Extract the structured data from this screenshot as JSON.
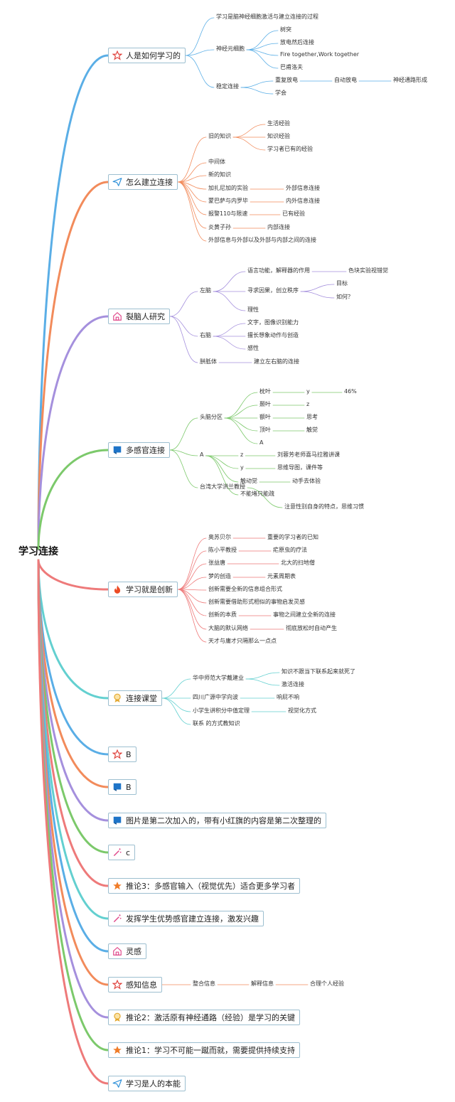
{
  "root": "学习连接",
  "colors": [
    "#5aaee6",
    "#f28b5b",
    "#a590dd",
    "#7cc96b",
    "#ee7a7a",
    "#63d0d0"
  ],
  "branches": [
    {
      "label": "人是如何学习的",
      "icon": "star-outline-icon",
      "color": "#5aaee6",
      "children": [
        {
          "label": "学习是脑神经细胞激活与建立连接的过程"
        },
        {
          "label": "神经元细胞",
          "children": [
            {
              "label": "树突"
            },
            {
              "label": "放电然后连接"
            },
            {
              "label": "Fire together,Work together"
            },
            {
              "label": "巴甫洛夫"
            }
          ]
        },
        {
          "label": "稳定连接",
          "children": [
            {
              "label": "重复放电",
              "children": [
                {
                  "label": "自动放电",
                  "children": [
                    {
                      "label": "神经通路形成"
                    }
                  ]
                }
              ]
            },
            {
              "label": "学会"
            }
          ]
        }
      ]
    },
    {
      "label": "怎么建立连接",
      "icon": "paper-plane-icon",
      "color": "#f28b5b",
      "children": [
        {
          "label": "旧的知识",
          "children": [
            {
              "label": "生活经验"
            },
            {
              "label": "知识经验"
            },
            {
              "label": "学习者已有的经验"
            }
          ]
        },
        {
          "label": "中间体"
        },
        {
          "label": "新的知识"
        },
        {
          "label": "加扎尼加的实验",
          "children": [
            {
              "label": "外部信息连接"
            }
          ]
        },
        {
          "label": "蒙巴萨与内罗毕",
          "children": [
            {
              "label": "内外信息连接"
            }
          ]
        },
        {
          "label": "报警110与限速",
          "children": [
            {
              "label": "已有经验"
            }
          ]
        },
        {
          "label": "炎黄子孙",
          "children": [
            {
              "label": "内部连接"
            }
          ]
        },
        {
          "label": "外部信息与外部以及外部与内部之间的连接"
        }
      ]
    },
    {
      "label": "裂脑人研究",
      "icon": "home-icon",
      "color": "#a590dd",
      "children": [
        {
          "label": "左脑",
          "children": [
            {
              "label": "语言功能，解释器的作用",
              "children": [
                {
                  "label": "色块实验视错觉"
                }
              ]
            },
            {
              "label": "寻求因果，创立秩序",
              "children": [
                {
                  "label": "目标"
                },
                {
                  "label": "如何？"
                }
              ]
            },
            {
              "label": "理性"
            }
          ]
        },
        {
          "label": "右脑",
          "children": [
            {
              "label": "文字，图像识别能力"
            },
            {
              "label": "擅长想象动作与创造"
            },
            {
              "label": "感性"
            }
          ]
        },
        {
          "label": "胼胝体",
          "children": [
            {
              "label": "建立左右脑的连接"
            }
          ]
        }
      ]
    },
    {
      "label": "多感官连接",
      "icon": "flag-icon",
      "color": "#7cc96b",
      "children": [
        {
          "label": "头脑分区",
          "children": [
            {
              "label": "枕叶",
              "children": [
                {
                  "label": "y",
                  "children": [
                    {
                      "label": "46%"
                    }
                  ]
                }
              ]
            },
            {
              "label": "颞叶",
              "children": [
                {
                  "label": "z"
                }
              ]
            },
            {
              "label": "额叶",
              "children": [
                {
                  "label": "思考"
                }
              ]
            },
            {
              "label": "顶叶",
              "children": [
                {
                  "label": "触觉"
                }
              ]
            },
            {
              "label": "A"
            }
          ]
        },
        {
          "label": "A",
          "children": [
            {
              "label": "z",
              "children": [
                {
                  "label": "刘蓉芳老师喜马拉雅讲课"
                }
              ]
            },
            {
              "label": "y",
              "children": [
                {
                  "label": "思维导图，课件等"
                }
              ]
            },
            {
              "label": "触动觉",
              "children": [
                {
                  "label": "动手去体验"
                }
              ]
            },
            {
              "label": "不能堵只能疏"
            }
          ]
        },
        {
          "label": "台湾大学洪兰教授",
          "children": [
            {
              "label": "注意性别自身的特点，思维习惯"
            }
          ]
        }
      ]
    },
    {
      "label": "学习就是创新",
      "icon": "fire-icon",
      "color": "#ee7a7a",
      "children": [
        {
          "label": "奥苏贝尔",
          "children": [
            {
              "label": "重要的学习者的已知"
            }
          ]
        },
        {
          "label": "陈小平教授",
          "children": [
            {
              "label": "疟原虫的疗法"
            }
          ]
        },
        {
          "label": "张益唐",
          "children": [
            {
              "label": "北大的扫地僧"
            }
          ]
        },
        {
          "label": "梦的创造",
          "children": [
            {
              "label": "元素周期表"
            }
          ]
        },
        {
          "label": "创新需要全新的信息组合形式"
        },
        {
          "label": "创新需要借助形式相似的事物启发灵感"
        },
        {
          "label": "创新的本质",
          "children": [
            {
              "label": "事物之间建立全新的连接"
            }
          ]
        },
        {
          "label": "大脑的默认网络",
          "children": [
            {
              "label": "彻底放松时自动产生"
            }
          ]
        },
        {
          "label": "天才与庸才只隔那么一点点"
        }
      ]
    },
    {
      "label": "连接课堂",
      "icon": "badge-icon",
      "color": "#63d0d0",
      "children": [
        {
          "label": "华中师范大学戴建业",
          "children": [
            {
              "label": "知识不跟当下联系起来就死了"
            },
            {
              "label": "激活连接"
            }
          ]
        },
        {
          "label": "四川广源中学向波",
          "children": [
            {
              "label": "响屁不响"
            }
          ]
        },
        {
          "label": "小学生讲积分中值定理",
          "children": [
            {
              "label": "视觉化方式"
            }
          ]
        },
        {
          "label": "联系 的方式教知识"
        }
      ]
    },
    {
      "label": "B",
      "icon": "star-outline-icon",
      "color": "#5aaee6",
      "children": []
    },
    {
      "label": "B",
      "icon": "flag-icon",
      "color": "#f28b5b",
      "children": []
    },
    {
      "label": "图片是第二次加入的，带有小红旗的内容是第二次整理的",
      "icon": "flag-icon",
      "color": "#a590dd",
      "children": []
    },
    {
      "label": "c",
      "icon": "magic-wand-icon",
      "color": "#7cc96b",
      "children": []
    },
    {
      "label": "推论3：多感官输入（视觉优先）适合更多学习者",
      "icon": "star-filled-icon",
      "color": "#ee7a7a",
      "children": []
    },
    {
      "label": "发挥学生优势感官建立连接，激发兴趣",
      "icon": "magic-wand-icon",
      "color": "#63d0d0",
      "children": []
    },
    {
      "label": "灵感",
      "icon": "home-icon",
      "color": "#5aaee6",
      "children": []
    },
    {
      "label": "感知信息",
      "icon": "star-outline-icon",
      "color": "#f28b5b",
      "children": [
        {
          "label": "整合信息",
          "children": [
            {
              "label": "解释信息",
              "children": [
                {
                  "label": "合理个人经验"
                }
              ]
            }
          ]
        }
      ]
    },
    {
      "label": "推论2：激活原有神经通路（经验）是学习的关键",
      "icon": "badge-icon",
      "color": "#a590dd",
      "children": []
    },
    {
      "label": "推论1：学习不可能一蹴而就，需要提供持续支持",
      "icon": "star-filled-icon",
      "color": "#7cc96b",
      "children": []
    },
    {
      "label": "学习是人的本能",
      "icon": "paper-plane-icon",
      "color": "#ee7a7a",
      "children": []
    }
  ]
}
